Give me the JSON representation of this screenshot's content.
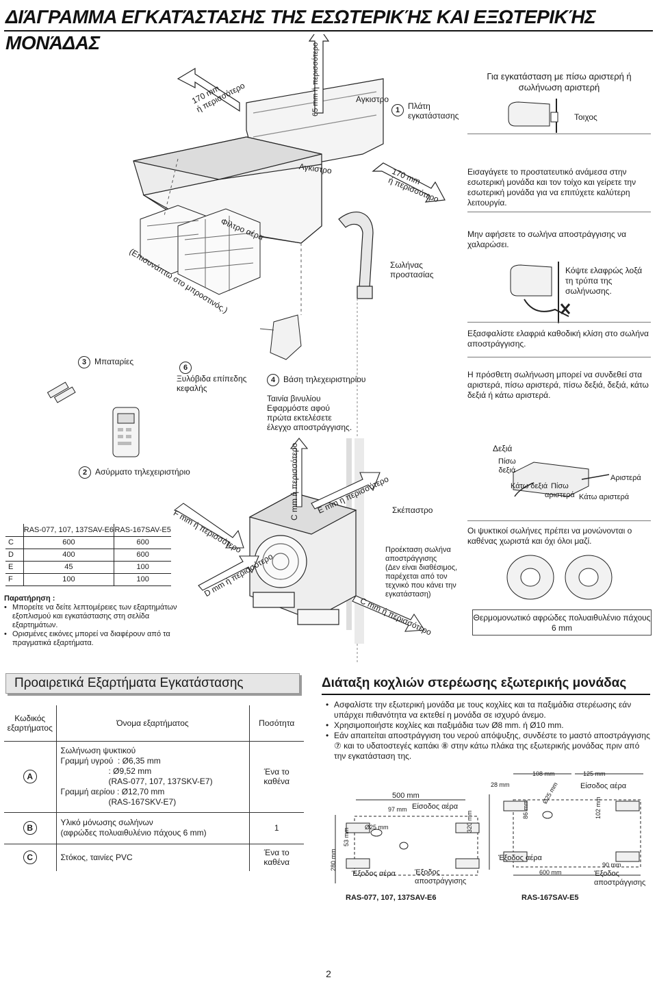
{
  "title": "ΔΙΆΓΡΑΜΜΑ ΕΓΚΑΤΆΣΤΑΣΗΣ ΤΗΣ ΕΣΩΤΕΡΙΚΉΣ ΚΑΙ ΕΞΩΤΕΡΙΚΉΣ ΜΟΝΆΔΑΣ",
  "diagram": {
    "label_170_left": "170 mm\nή περισσότερο",
    "label_65": "65 mm ή περισσότερο",
    "label_hook_top": "Αγκιστρο",
    "label_plate_num": "1",
    "label_plate": "Πλάτη\nεγκατάστασης",
    "label_hook_mid": "Αγκιστρο",
    "label_170_right": "170 mm\nή περισσότερο",
    "label_filter": "Φίλτρο αέρα",
    "label_filter_note": "(Επισυνάπτω στο μπροστινός.)",
    "label_protect_pipe": "Σωλήνας\nπροστασίας",
    "label_batteries_num": "3",
    "label_batteries": "Μπαταρίες",
    "label_screw_num": "6",
    "label_screw": "Ξυλόβιδα επίπεδης\nκεφαλής",
    "label_holder_num": "4",
    "label_holder": "Βάση τηλεχειριστηρίου",
    "label_vinyl_tape": "Ταινία βινυλίου\nΕφαρμόστε αφού\nπρώτα εκτελέσετε\nέλεγχο αποστράγγισης.",
    "label_remote_num": "2",
    "label_remote": "Ασύρματο τηλεχειριστήριο",
    "label_c_mm": "C mm ή περισσότερο",
    "label_e_mm": "E mm ή περισσότερο",
    "label_f_mm": "F mm ή περισσότερο",
    "label_d_mm": "D mm ή περισσότερο",
    "label_c_mm_bottom": "C mm ή περισσότερο",
    "label_cover": "Σκέπαστρο",
    "label_drain_ext": "Προέκταση σωλήνα\nαποστράγγισης\n(Δεν είναι διαθέσιμος,\nπαρέχεται από τον\nτεχνικό που κάνει την\nεγκατάσταση)"
  },
  "clearance_table": {
    "headers": [
      "",
      "RAS-077, 107, 137SAV-E6",
      "RAS-167SAV-E5"
    ],
    "rows": [
      {
        "label": "C",
        "a": "600",
        "b": "600"
      },
      {
        "label": "D",
        "a": "400",
        "b": "600"
      },
      {
        "label": "E",
        "a": "45",
        "b": "100"
      },
      {
        "label": "F",
        "a": "100",
        "b": "100"
      }
    ]
  },
  "note": {
    "title": "Παρατήρηση :",
    "items": [
      "Μπορείτε να δείτε λεπτομέρειες των εξαρτημάτων εξοπλισμού και εγκατάστασης στη σελίδα εξαρτημάτων.",
      "Ορισμένες εικόνες μπορεί να διαφέρουν από τα πραγματικά εξαρτήματα."
    ]
  },
  "right_notes": {
    "n1": "Για εγκατάσταση με πίσω αριστερή ή σωλήνωση αριστερή",
    "wall": "Τοιχος",
    "n2": "Εισαγάγετε το προστατευτικό ανάμεσα στην εσωτερική μονάδα και τον τοίχο και γείρετε την εσωτερική μονάδα για να επιτύχετε καλύτερη λειτουργία.",
    "n3": "Μην αφήσετε το σωλήνα αποστράγγισης να χαλαρώσει.",
    "n3b": "Κόψτε ελαφρώς λοξά τη τρύπα της σωλήνωσης.",
    "n4": "Εξασφαλίστε ελαφριά καθοδική κλίση στο σωλήνα αποστράγγισης.",
    "n5": "Η πρόσθετη σωλήνωση μπορεί να συνδεθεί στα αριστερά, πίσω αριστερά, πίσω δεξιά, δεξιά, κάτω δεξιά ή κάτω αριστερά.",
    "dir_right": "Δεξιά",
    "dir_back_right": "Πίσω\nδεξιά",
    "dir_down_right": "Κάτω δεξιά",
    "dir_back_left": "Πίσω\nαριστερά",
    "dir_left": "Αριστερά",
    "dir_down_left": "Κάτω αριστερά",
    "n6": "Οι ψυκτικοί σωλήνες πρέπει να μονώνονται ο καθένας χωριστά και όχι όλοι μαζί.",
    "foam": "Θερμομονωτικό αφρώδες πολυαιθυλένιο πάχους 6 mm"
  },
  "optional_parts": {
    "title": "Προαιρετικά Εξαρτήματα Εγκατάστασης",
    "headers": {
      "code": "Κωδικός\nεξαρτήματος",
      "name": "Όνομα εξαρτήματος",
      "qty": "Ποσότητα"
    },
    "rows": [
      {
        "code": "A",
        "lines": [
          "Σωλήνωση ψυκτικού",
          "Γραμμή υγρού  : Ø6,35 mm",
          "                     : Ø9,52 mm",
          "                     (RAS-077, 107, 137SKV-E7)",
          "Γραμμή αερίου : Ø12,70 mm",
          "                     (RAS-167SKV-E7)"
        ],
        "qty": "Ένα το\nκαθένα"
      },
      {
        "code": "B",
        "lines": [
          "Υλικό μόνωσης σωλήνων",
          "(αφρώδες πολυαιθυλένιο πάχους 6 mm)"
        ],
        "qty": "1"
      },
      {
        "code": "C",
        "lines": [
          "Στόκος, ταινίες PVC"
        ],
        "qty": "Ένα το\nκαθένα"
      }
    ]
  },
  "bolt_section": {
    "title": "Διάταξη κοχλιών στερέωσης εξωτερικής μονάδας",
    "items": [
      "Ασφαλίστε την εξωτερική μονάδα με τους κοχλίες και τα παξιμάδια στερέωσης εάν υπάρχει πιθανότητα να εκτεθεί η μονάδα σε ισχυρό άνεμο.",
      "Χρησιμοποιήστε κοχλίες και παξιμάδια των Ø8 mm. ή Ø10 mm.",
      "Εάν απαιτείται αποστράγγιση του νερού απόψυξης, συνδέστε το μαστό αποστράγγισης ⑦ και το υδατοστεγές καπάκι ⑧ στην κάτω πλάκα της εξωτερικής μονάδας πριν από την εγκατάσταση της."
    ],
    "left_model": "RAS-077, 107, 137SAV-E6",
    "right_model": "RAS-167SAV-E5",
    "left_dims": {
      "w": "500 mm",
      "d97": "97 mm",
      "h280": "280 mm",
      "h53": "53 mm",
      "dia": "Ø25 mm",
      "inlet": "Είσοδος αέρα",
      "outlet": "Έξοδος αέρα",
      "drain": "Έξοδος\nαποστράγγισης"
    },
    "right_dims": {
      "w108": "108 mm",
      "w125": "125 mm",
      "w28": "28 mm",
      "h320": "320 mm",
      "h86": "86 mm",
      "h102": "102 mm",
      "dia": "Ø25 mm",
      "w600": "600 mm",
      "w90": "90 mm",
      "inlet": "Είσοδος αέρα",
      "outlet": "Έξοδος αέρα",
      "drain": "Έξοδος\nαποστράγγισης"
    }
  },
  "page_number": "2"
}
